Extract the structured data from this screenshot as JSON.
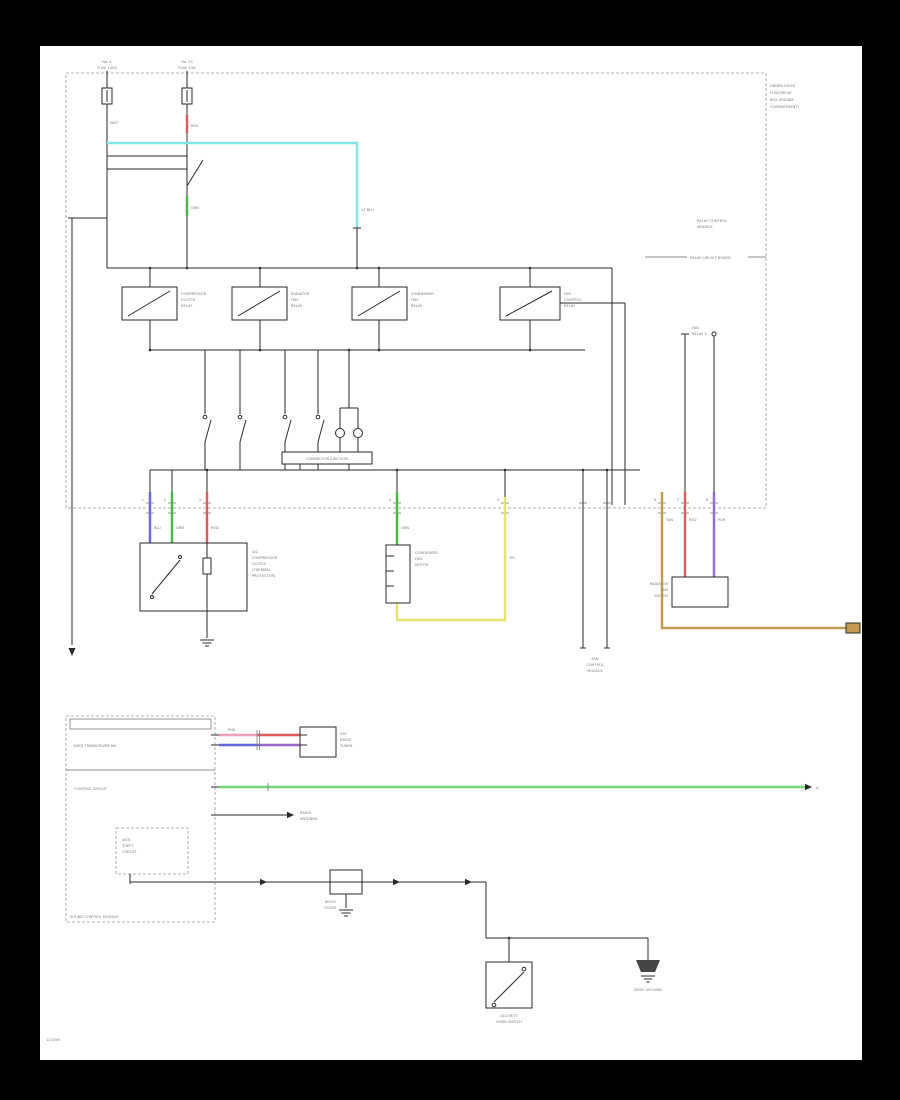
{
  "colors": {
    "cyan": "#82e4e8",
    "green": "#49b649",
    "bright_green": "#77d877",
    "red": "#e05a5a",
    "blue": "#6666dd",
    "purple": "#9966cc",
    "yellow": "#e6e26e",
    "tan": "#c49a52",
    "pink": "#ee9ebe",
    "paper": "#ffffff",
    "background": "#000000",
    "line": "#2a2a2a"
  },
  "labels": {
    "fuse1_no": "No. 4",
    "fuse1_amp": "FUSE 100A",
    "fuse2_no": "No. 15",
    "fuse2_amp": "FUSE 15A",
    "corner1": "UNDER-HOOD",
    "corner2": "FUSE/RELAY",
    "corner3": "BOX (ENGINE",
    "corner4": "COMPARTMENT)",
    "relay_ctrl1": "RELAY CONTROL",
    "relay_ctrl2": "MODULE",
    "relay_board": "RELAY CIRCUIT BOARD",
    "fan_relay1": "FAN",
    "fan_relay2": "RELAY 2",
    "relayA1": "COMPRESSOR",
    "relayA2": "CLUTCH",
    "relayA3": "RELAY",
    "relayB1": "RADIATOR",
    "relayB2": "FAN",
    "relayB3": "RELAY",
    "relayC1": "CONDENSER",
    "relayC2": "FAN",
    "relayC3": "RELAY",
    "relayD1": "FAN",
    "relayD2": "CONTROL",
    "relayD3": "RELAY",
    "bus": "CONNECTOR JUNCTION",
    "comp1_1": "A/C",
    "comp1_2": "COMPRESSOR",
    "comp1_3": "CLUTCH",
    "comp1_4": "(THERMAL",
    "comp1_5": "PROTECTOR)",
    "comp2_1": "CONDENSER",
    "comp2_2": "FAN",
    "comp2_3": "MOTOR",
    "ecm1": "FAN",
    "ecm2": "CONTROL",
    "ecm3": "MODULE",
    "comp3_1": "RADIATOR",
    "comp3_2": "FAN",
    "comp3_3": "MOTOR",
    "mod_row1": "DATA TRANSCEIVER AM",
    "mod_row2": "CONTROL CIRCUIT",
    "mod_in1": "ANTI-",
    "mod_in2": "THEFT",
    "mod_in3": "CIRCUIT",
    "mod_name": "SOUND CONTROL MODULE",
    "sat1": "SAT",
    "sat2": "RADIO",
    "sat3": "TUNER",
    "ant1": "RADIO",
    "ant2": "ANTENNA",
    "nf1": "NOISE",
    "nf2": "FILTER",
    "sw1": "SECURITY",
    "sw2": "HORN SWITCH",
    "gnd": "BODY GROUND",
    "connA": "A",
    "page_code": "123456"
  },
  "codes": {
    "wht": "WHT",
    "red": "RED",
    "grn": "GRN",
    "blu": "BLU",
    "ltblu": "LT BLU",
    "yel": "YEL",
    "tan": "TAN",
    "pur": "PUR",
    "pnk": "PNK"
  },
  "pins": {
    "p1": "1",
    "p2": "2",
    "p3": "3",
    "p4": "4",
    "p5": "5",
    "p6": "6",
    "p7": "7",
    "p8": "8"
  }
}
